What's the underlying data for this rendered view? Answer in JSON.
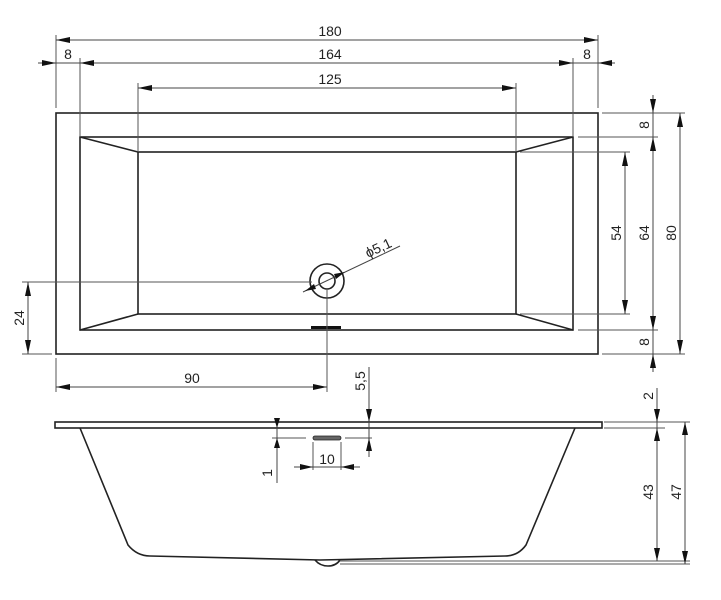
{
  "drawing": {
    "type": "technical-drawing",
    "subject": "rectangular bathtub",
    "units": "cm",
    "line_color": "#222222",
    "background": "#ffffff"
  },
  "top_view": {
    "dimensions": {
      "overall_length": "180",
      "inner_length": "164",
      "bottom_length": "125",
      "rim_left": "8",
      "rim_right": "8",
      "overall_width": "80",
      "inner_width": "64",
      "bottom_width": "54",
      "rim_top": "8",
      "rim_bottom": "8",
      "drain_diameter": "ϕ5,1",
      "drain_from_left": "90",
      "drain_from_front": "24"
    }
  },
  "side_view": {
    "dimensions": {
      "overflow_offset": "5,5",
      "overflow_width": "10",
      "overflow_rim_gap": "1",
      "rim_thickness": "2",
      "inner_depth": "43",
      "overall_height": "47"
    }
  }
}
